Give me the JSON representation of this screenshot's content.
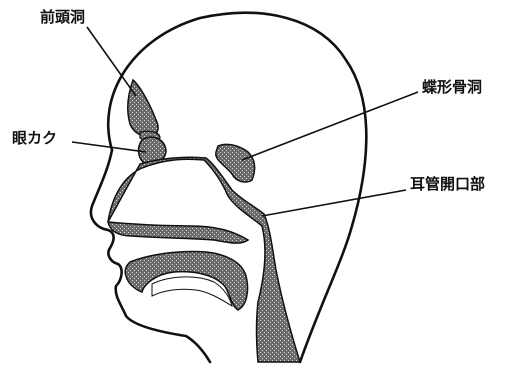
{
  "labels": {
    "frontal_sinus": "前頭洞",
    "orbit": "眼カク",
    "sphenoid_sinus": "蝶形骨洞",
    "eustachian_tube_opening": "耳管開口部"
  },
  "colors": {
    "line": "#111111",
    "shade": "#555555",
    "background": "#ffffff"
  }
}
